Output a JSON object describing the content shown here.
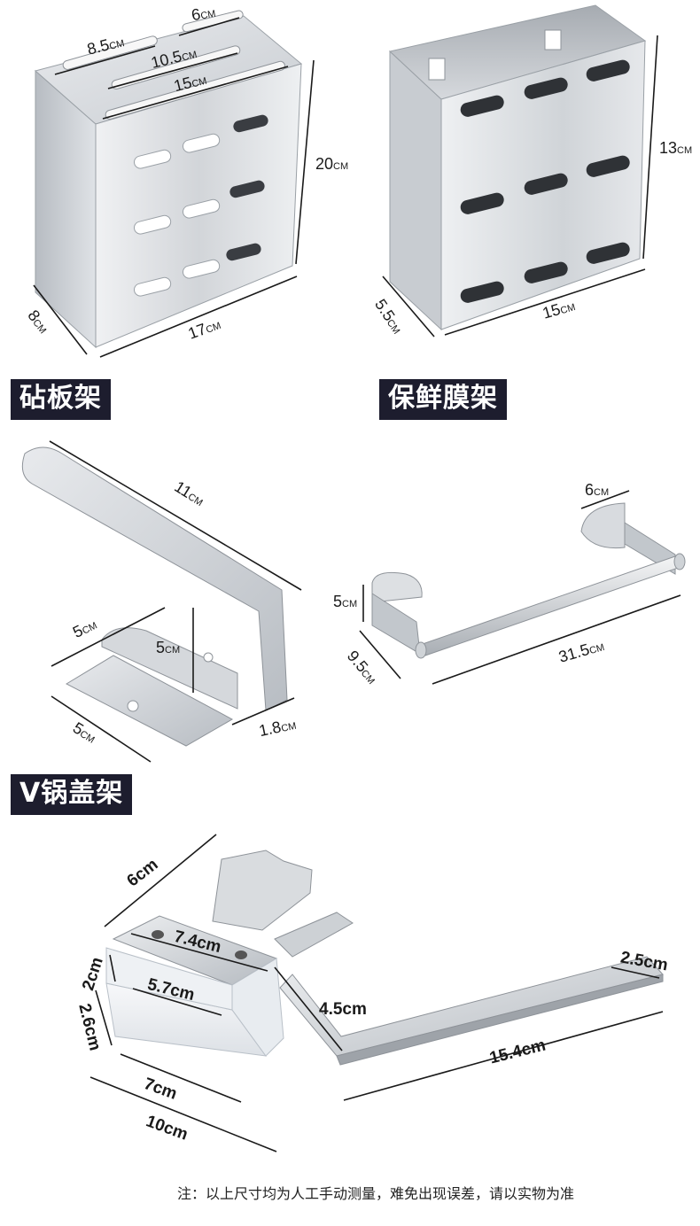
{
  "sections": {
    "cutting_board_rack": {
      "label": "砧板架",
      "dims": {
        "slot_a": "8.5",
        "slot_b": "6",
        "slot_c": "10.5",
        "slot_d": "15",
        "height": "20",
        "depth": "8",
        "width": "17"
      }
    },
    "wrap_rack": {
      "label": "保鲜膜架",
      "dims": {
        "height": "13",
        "depth": "5.5",
        "width": "15"
      }
    },
    "hook": {
      "label": "",
      "dims": {
        "length": "11",
        "top_width": "5",
        "height": "5",
        "base_width": "5",
        "thickness": "1.8"
      }
    },
    "towel_bar": {
      "label": "",
      "dims": {
        "plate_width": "6",
        "plate_height": "5",
        "depth": "9.5",
        "length": "31.5"
      }
    },
    "lid_rack": {
      "label": "V锅盖架",
      "dims": {
        "back_height": "6cm",
        "top_width": "7.4cm",
        "side": "2cm",
        "inner_width": "5.7cm",
        "cup_depth": "2.6cm",
        "bottom_width": "7cm",
        "base_width": "10cm",
        "rise": "4.5cm",
        "arm_length": "15.4cm",
        "arm_width": "2.5cm"
      }
    }
  },
  "unit": "CM",
  "note": "注：以上尺寸均为人工手动测量，难免出现误差，请以实物为准",
  "colors": {
    "label_bg": "#1d1d2e",
    "label_text": "#ffffff",
    "steel_light": "#e4e6e9",
    "steel_dark": "#8e9399"
  }
}
